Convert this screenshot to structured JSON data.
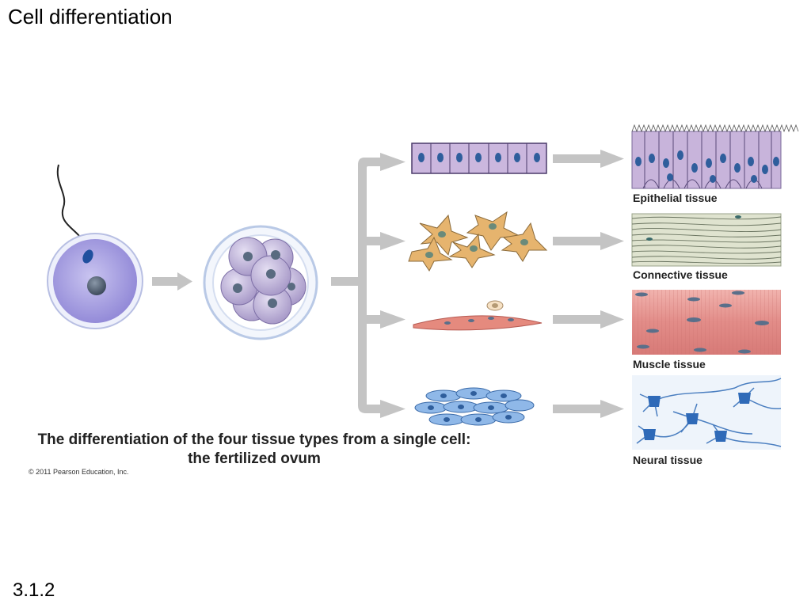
{
  "slide": {
    "title": "Cell differentiation",
    "number": "3.1.2"
  },
  "figure": {
    "caption_line1": "The differentiation of the four tissue types from a single cell:",
    "caption_line2": "the fertilized ovum",
    "copyright": "© 2011 Pearson Education, Inc."
  },
  "tissues": [
    {
      "label": "Epithelial tissue"
    },
    {
      "label": "Connective tissue"
    },
    {
      "label": "Muscle tissue"
    },
    {
      "label": "Neural tissue"
    }
  ],
  "colors": {
    "arrow": "#c4c4c4",
    "ovum": "#a9a3e0",
    "epithelial": "#cbb7de",
    "connective_cell": "#e6b46e",
    "connective_tissue": "#dfe3cf",
    "muscle": "#e69a96",
    "neural": "#8fb8e8",
    "nucleus": "#2f5e9c"
  }
}
